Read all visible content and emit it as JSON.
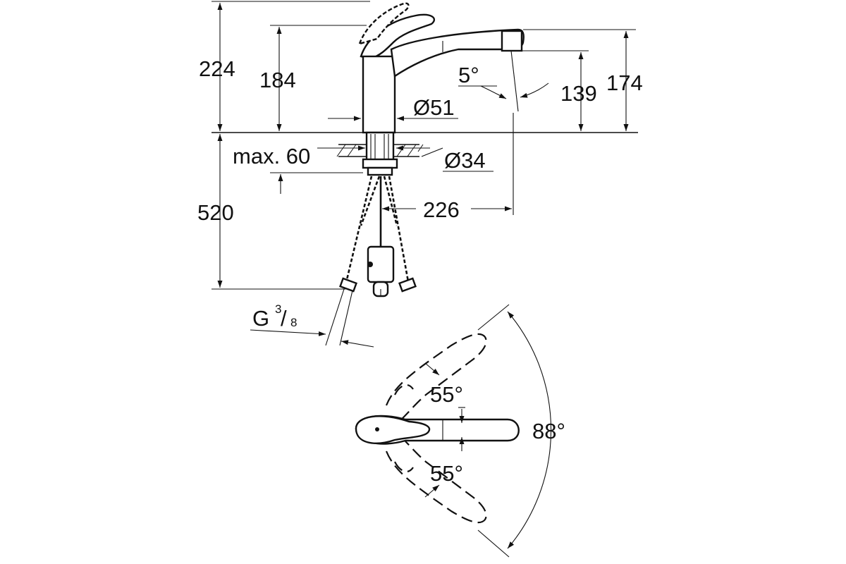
{
  "dimensions": {
    "total_height": "224",
    "spout_height": "184",
    "spout_angle": "5°",
    "outlet_height": "139",
    "overall_spout_height": "174",
    "body_diameter": "Ø51",
    "max_deck": "max. 60",
    "hole_diameter": "Ø34",
    "hose_length": "520",
    "reach": "226",
    "connection_G": "G",
    "connection_num": "3",
    "connection_den": "8",
    "swivel_left": "55°",
    "swivel_right": "55°",
    "lever_angle": "88°"
  },
  "colors": {
    "line": "#111111",
    "background": "#ffffff"
  }
}
